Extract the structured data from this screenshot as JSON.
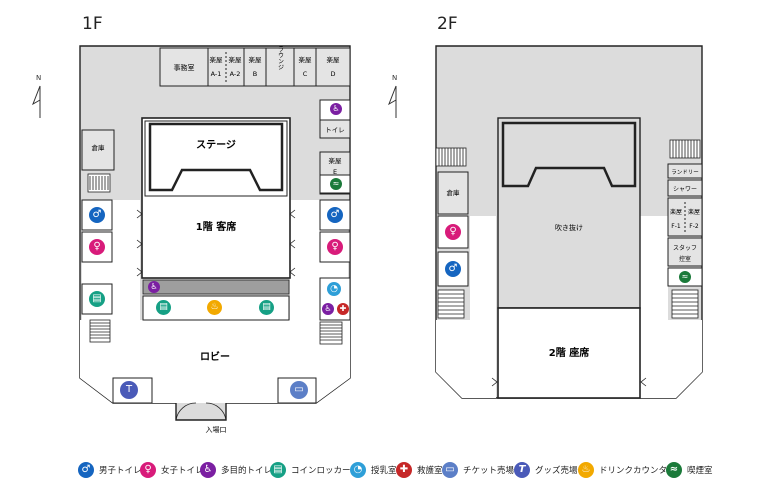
{
  "floors": {
    "first": {
      "title": "1F",
      "north": "N",
      "rooms": {
        "office": "事務室",
        "dressing_a_top": "楽屋",
        "dressing_a1": "A-1",
        "dressing_a2": "A-2",
        "dressing_b_top": "楽屋",
        "dressing_b": "B",
        "lounge": "ラウンジ",
        "dressing_c_top": "楽屋",
        "dressing_c": "C",
        "dressing_d_top": "楽屋",
        "dressing_d": "D",
        "toilet": "トイレ",
        "storage": "倉庫",
        "dressing_e_top": "楽屋",
        "dressing_e": "E",
        "stage": "ステージ",
        "seats": "1階 客席",
        "lobby": "ロビー",
        "entrance": "入場口"
      }
    },
    "second": {
      "title": "2F",
      "north": "N",
      "rooms": {
        "storage": "倉庫",
        "atrium": "吹き抜け",
        "laundry": "ランドリー",
        "shower": "シャワー",
        "dressing_f_top": "楽屋",
        "dressing_f1": "F-1",
        "dressing_f2": "F-2",
        "staff_room_1": "スタッフ",
        "staff_room_2": "控室",
        "seats": "2階 座席"
      }
    }
  },
  "legend": [
    {
      "icon": "male-toilet-icon",
      "color": "#1565c0",
      "glyph": "♂",
      "label": "男子トイレ"
    },
    {
      "icon": "female-toilet-icon",
      "color": "#d81b7a",
      "glyph": "♀",
      "label": "女子トイレ"
    },
    {
      "icon": "multipurpose-toilet-icon",
      "color": "#7b1fa2",
      "glyph": "♿",
      "label": "多目的トイレ"
    },
    {
      "icon": "coin-locker-icon",
      "color": "#16a085",
      "glyph": "▤",
      "label": "コインロッカー"
    },
    {
      "icon": "nursing-room-icon",
      "color": "#2e9fd8",
      "glyph": "◔",
      "label": "授乳室"
    },
    {
      "icon": "first-aid-icon",
      "color": "#c62828",
      "glyph": "✚",
      "label": "救護室"
    },
    {
      "icon": "ticket-counter-icon",
      "color": "#5c7fc7",
      "glyph": "▭",
      "label": "チケット売場"
    },
    {
      "icon": "goods-shop-icon",
      "color": "#4a5ab8",
      "glyph": "T",
      "label": "グッズ売場"
    },
    {
      "icon": "drink-counter-icon",
      "color": "#f2a900",
      "glyph": "♨",
      "label": "ドリンクカウンター"
    },
    {
      "icon": "smoking-room-icon",
      "color": "#1b7a3a",
      "glyph": "≈",
      "label": "喫煙室"
    }
  ]
}
